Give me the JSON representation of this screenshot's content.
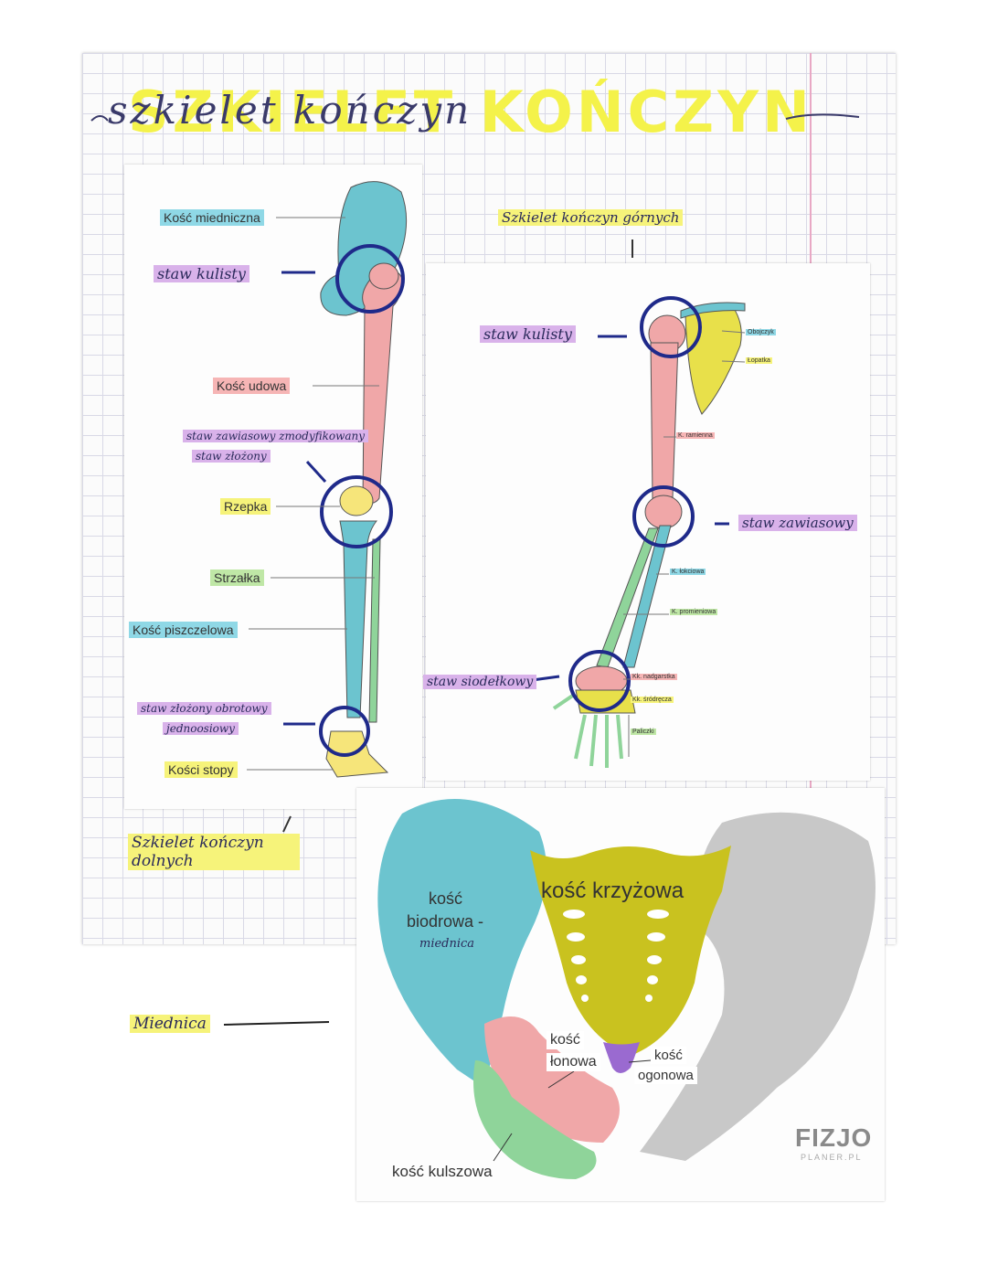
{
  "title": {
    "highlight": "SZKIELET KOŃCZYN",
    "script": "szkielet kończyn"
  },
  "lower_limb": {
    "caption": "Szkielet kończyn dolnych",
    "labels": {
      "pelvic_bone": "Kość miedniczna",
      "femur": "Kość udowa",
      "patella": "Rzepka",
      "fibula": "Strzałka",
      "tibia": "Kość piszczelowa",
      "foot_bones": "Kości stopy"
    },
    "notes": {
      "ball_joint": "staw kulisty",
      "hinge_joint_line1": "staw zawiasowy zmodyfikowany",
      "hinge_joint_line2": "staw złożony",
      "ankle_joint_line1": "staw złożony obrotowy",
      "ankle_joint_line2": "jednoosiowy"
    }
  },
  "upper_limb": {
    "caption": "Szkielet kończyn górnych",
    "labels": {
      "clavicle": "Obojczyk",
      "scapula": "Łopatka",
      "humerus": "K. ramienna",
      "ulna": "K. łokciowa",
      "radius": "K. promieniowa",
      "carpals": "Kk. nadgarstka",
      "metacarpals": "Kk. śródręcza",
      "phalanges": "Paliczki"
    },
    "notes": {
      "ball_joint": "staw kulisty",
      "hinge_joint": "staw zawiasowy",
      "saddle_joint": "staw siodełkowy"
    }
  },
  "pelvis": {
    "caption": "Miednica",
    "labels": {
      "ilium_line1": "kość",
      "ilium_line2": "biodrowa -",
      "ilium_note": "miednica",
      "sacrum": "kość krzyżowa",
      "pubis_line1": "kość",
      "pubis_line2": "łonowa",
      "coccyx_line1": "kość",
      "coccyx_line2": "ogonowa",
      "ischium": "kość kulszowa"
    },
    "logo": {
      "brand": "FIZJO",
      "sub": "PLANER.PL"
    }
  },
  "colors": {
    "teal": "#6cc4cf",
    "pink": "#f0a7a8",
    "yellow": "#e8e04a",
    "green": "#8fd49a",
    "olive": "#c9c21f",
    "purple": "#9a6ad0",
    "gray": "#c8c8c8",
    "ink": "#1f2a8a"
  }
}
